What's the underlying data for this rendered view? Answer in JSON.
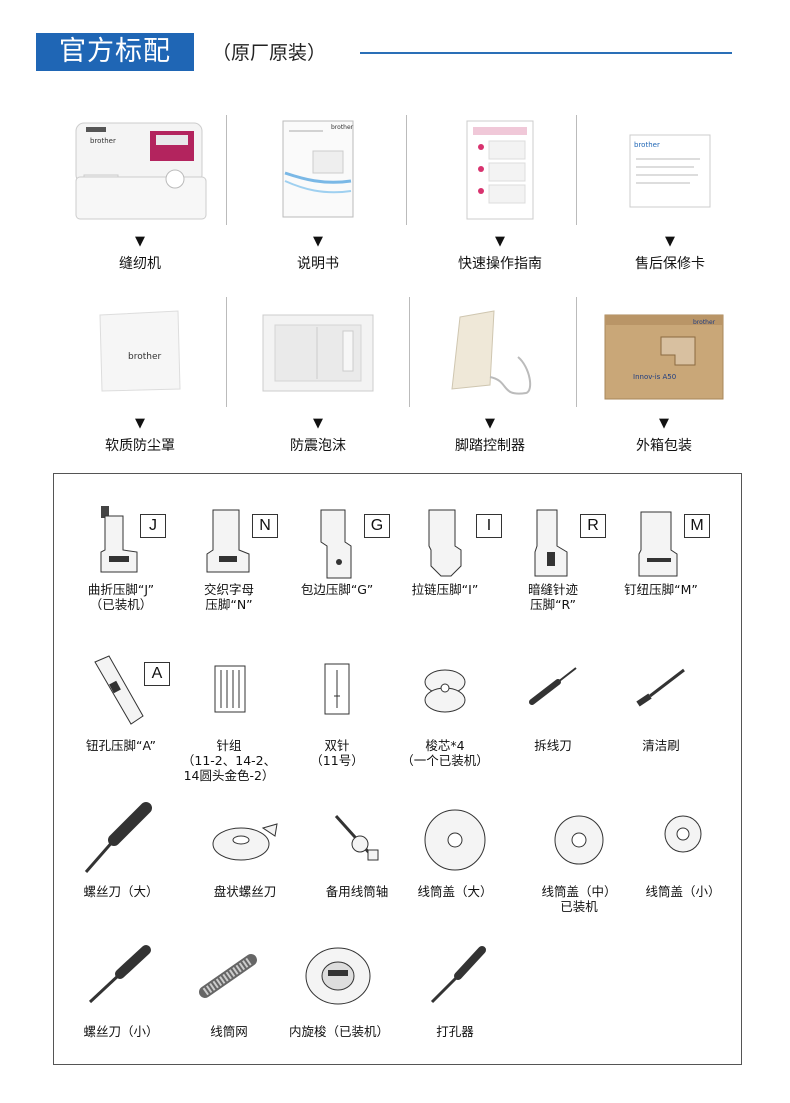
{
  "header": {
    "title": "官方标配",
    "subtitle": "（原厂原装）"
  },
  "arrow_glyph": "▼",
  "package_items": [
    {
      "label": "缝纫机"
    },
    {
      "label": "说明书"
    },
    {
      "label": "快速操作指南"
    },
    {
      "label": "售后保修卡"
    },
    {
      "label": "软质防尘罩"
    },
    {
      "label": "防震泡沫"
    },
    {
      "label": "脚踏控制器"
    },
    {
      "label": "外箱包装"
    }
  ],
  "brand": {
    "name": "brother",
    "model_line": "Innov-is A50"
  },
  "accessories": [
    {
      "label": "曲折压脚“J”\n（已装机）",
      "letter": "J"
    },
    {
      "label": "交织字母\n压脚“N”",
      "letter": "N"
    },
    {
      "label": "包边压脚“G”",
      "letter": "G"
    },
    {
      "label": "拉链压脚“I”",
      "letter": "I"
    },
    {
      "label": "暗缝针迹\n压脚“R”",
      "letter": "R"
    },
    {
      "label": "钉纽压脚“M”",
      "letter": "M"
    },
    {
      "label": "钮孔压脚“A”",
      "letter": "A"
    },
    {
      "label": "针组\n（11-2、14-2、\n14圆头金色-2）"
    },
    {
      "label": "双针\n（11号）"
    },
    {
      "label": "梭芯*4\n（一个已装机）"
    },
    {
      "label": "拆线刀"
    },
    {
      "label": "清洁刷"
    },
    {
      "label": "螺丝刀（大）"
    },
    {
      "label": "盘状螺丝刀"
    },
    {
      "label": "备用线筒轴"
    },
    {
      "label": "线筒盖（大）"
    },
    {
      "label": "线筒盖（中）\n已装机"
    },
    {
      "label": "线筒盖（小）"
    },
    {
      "label": "螺丝刀（小）"
    },
    {
      "label": "线筒网"
    },
    {
      "label": "内旋梭（已装机）"
    },
    {
      "label": "打孔器"
    }
  ]
}
